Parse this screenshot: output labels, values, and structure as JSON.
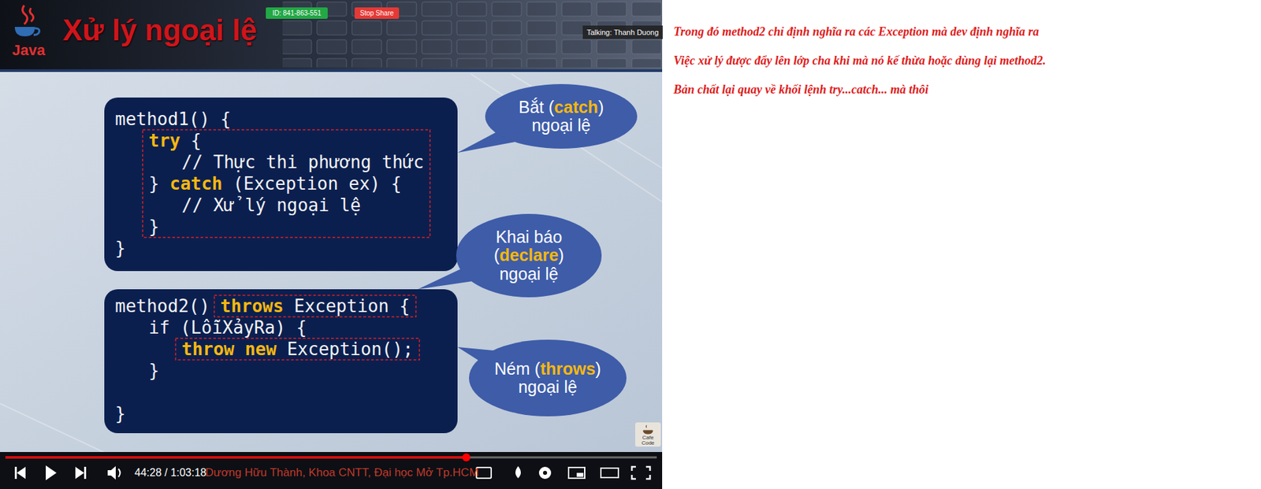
{
  "diagram": {
    "title": "Xử lý ngoại lệ",
    "nodes": [
      {
        "text": [
          "method1() {",
          "try",
          "{",
          "// Thực thi phương thức",
          "}",
          "catch",
          "(Exception ex) {",
          "// Xử lý ngoại lệ",
          "}",
          "}"
        ]
      },
      {
        "text": [
          "Bắt (catch) ngoại lệ"
        ]
      },
      {
        "text": [
          "Khai báo (declare) ngoại lệ"
        ]
      },
      {
        "text": [
          "method2()",
          "throws",
          "Exception {",
          "if (LỗiXảyRa) {",
          "throw",
          "new",
          "Exception();",
          "}",
          "}"
        ]
      },
      {
        "text": [
          "Ném (throws) ngoại lệ"
        ]
      }
    ],
    "edges": [
      {
        "from": 1,
        "to": 0,
        "arrow": "none"
      },
      {
        "from": 2,
        "to": 3,
        "arrow": "none"
      },
      {
        "from": 4,
        "to": 3,
        "arrow": "none"
      }
    ],
    "labels": [
      "Java",
      "ID: 841-863-551",
      "Stop Share",
      "Talking: Thanh Duong",
      "Cafe Code",
      "44:28 / 1:03:18",
      "Dương Hữu Thành, Khoa CNTT, Đại học Mở Tp.HCM",
      "Trong đó method2 chỉ định nghĩa ra các Exception mà dev định nghĩa ra",
      "Việc xử lý được đẩy lên lớp cha khi mà nó kế thừa hoặc dùng lại method2.",
      "Bản chất lại quay về khối lệnh try...catch... mà thôi"
    ]
  }
}
